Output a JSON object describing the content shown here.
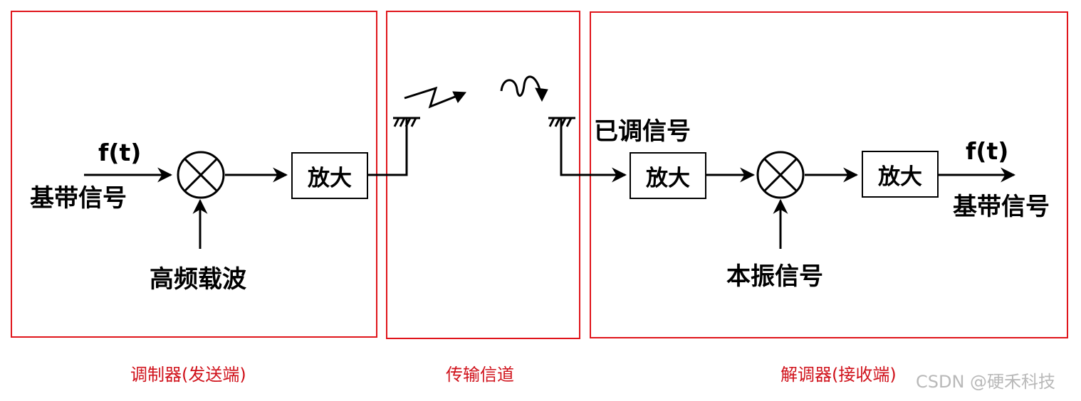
{
  "sections": {
    "modulator": "调制器(发送端)",
    "channel": "传输信道",
    "demodulator": "解调器(接收端)"
  },
  "modulator": {
    "input_symbol": "f(t)",
    "input_label": "基带信号",
    "carrier_label": "高频载波",
    "amp_label": "放大"
  },
  "demodulator": {
    "received_label": "已调信号",
    "amp1_label": "放大",
    "oscillator_label": "本振信号",
    "amp2_label": "放大",
    "output_symbol": "f(t)",
    "output_label": "基带信号"
  },
  "watermark": "CSDN @硬禾科技",
  "colors": {
    "region_border": "#e0151b",
    "section_text": "#d0121b",
    "line": "#000000"
  }
}
